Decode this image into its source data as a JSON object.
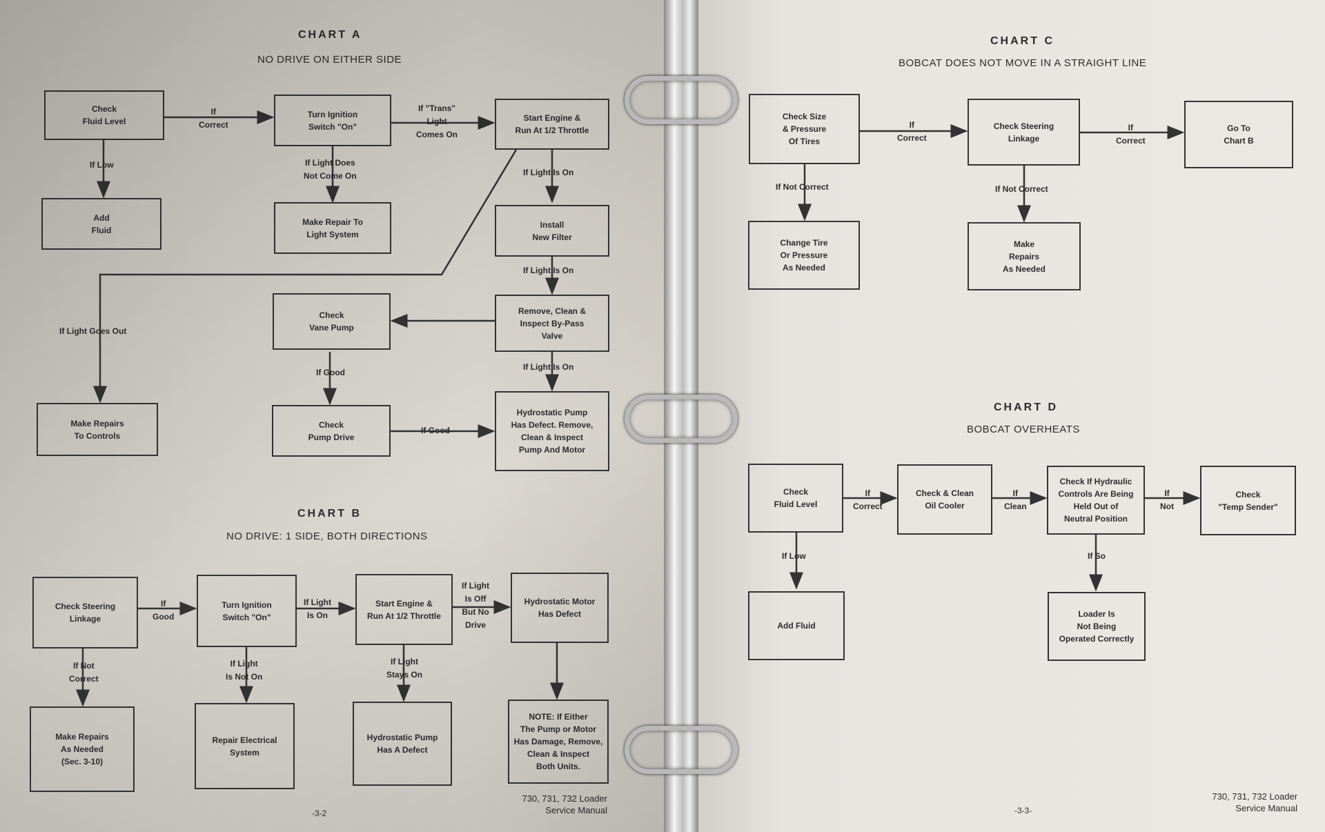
{
  "left_page": {
    "chart_a": {
      "title": "CHART A",
      "subtitle": "NO DRIVE ON EITHER SIDE",
      "boxes": {
        "check_fluid": "Check\nFluid Level",
        "add_fluid": "Add\nFluid",
        "turn_ignition": "Turn Ignition\nSwitch \"On\"",
        "repair_light": "Make Repair To\nLight System",
        "start_engine": "Start Engine &\nRun At 1/2 Throttle",
        "install_filter": "Install\nNew Filter",
        "remove_bypass": "Remove, Clean &\nInspect By-Pass\nValve",
        "check_vane": "Check\nVane Pump",
        "check_drive": "Check\nPump Drive",
        "pump_defect": "Hydrostatic Pump\nHas Defect. Remove,\nClean & Inspect\nPump And Motor",
        "repairs_controls": "Make Repairs\nTo Controls"
      },
      "labels": {
        "if_correct": "If\nCorrect",
        "if_low": "If Low",
        "if_trans": "If \"Trans\"\nLight\nComes On",
        "if_light_not": "If Light Does\nNot Come On",
        "if_light_on_1": "If Light Is On",
        "if_light_on_2": "If Light Is On",
        "if_light_on_3": "If Light Is On",
        "if_light_out": "If Light Goes Out",
        "if_good_1": "If Good",
        "if_good_2": "If Good"
      }
    },
    "chart_b": {
      "title": "CHART B",
      "subtitle": "NO DRIVE: 1 SIDE, BOTH DIRECTIONS",
      "boxes": {
        "check_steering": "Check Steering\nLinkage",
        "make_repairs": "Make Repairs\nAs Needed\n(Sec. 3-10)",
        "turn_ignition": "Turn Ignition\nSwitch \"On\"",
        "repair_electrical": "Repair Electrical\nSystem",
        "start_engine": "Start Engine &\nRun At 1/2 Throttle",
        "pump_defect": "Hydrostatic Pump\nHas A Defect",
        "motor_defect": "Hydrostatic Motor\nHas Defect",
        "note": "NOTE:  If Either\nThe Pump or Motor\nHas Damage, Remove,\nClean & Inspect\nBoth Units."
      },
      "labels": {
        "if_good": "If\nGood",
        "if_not_correct": "If Not\nCorrect",
        "if_light_is_on": "If Light\nIs On",
        "if_light_not_on": "If Light\nIs Not On",
        "if_light_off": "If Light\nIs Off\nBut No\nDrive",
        "if_light_stays": "If Light\nStays On"
      }
    },
    "page_number": "-3-2",
    "footer": "730, 731, 732 Loader\nService Manual"
  },
  "right_page": {
    "chart_c": {
      "title": "CHART C",
      "subtitle": "BOBCAT DOES NOT MOVE IN A STRAIGHT LINE",
      "boxes": {
        "check_tires": "Check Size\n& Pressure\nOf Tires",
        "change_tire": "Change Tire\nOr Pressure\nAs Needed",
        "check_steering": "Check Steering\nLinkage",
        "make_repairs": "Make\nRepairs\nAs Needed",
        "go_to_b": "Go To\nChart B"
      },
      "labels": {
        "if_correct_1": "If\nCorrect",
        "if_correct_2": "If\nCorrect",
        "if_not_correct_1": "If Not Correct",
        "if_not_correct_2": "If Not Correct"
      }
    },
    "chart_d": {
      "title": "CHART D",
      "subtitle": "BOBCAT OVERHEATS",
      "boxes": {
        "check_fluid": "Check\nFluid Level",
        "add_fluid": "Add Fluid",
        "check_cooler": "Check & Clean\nOil Cooler",
        "check_controls": "Check If Hydraulic\nControls Are Being\nHeld Out of\nNeutral Position",
        "not_operated": "Loader Is\nNot Being\nOperated Correctly",
        "check_temp": "Check\n\"Temp Sender\""
      },
      "labels": {
        "if_correct": "If\nCorrect",
        "if_low": "If Low",
        "if_clean": "If\nClean",
        "if_not": "If\nNot",
        "if_so": "If So"
      }
    },
    "page_number": "-3-3-",
    "footer": "730, 731, 732 Loader\nService Manual"
  }
}
